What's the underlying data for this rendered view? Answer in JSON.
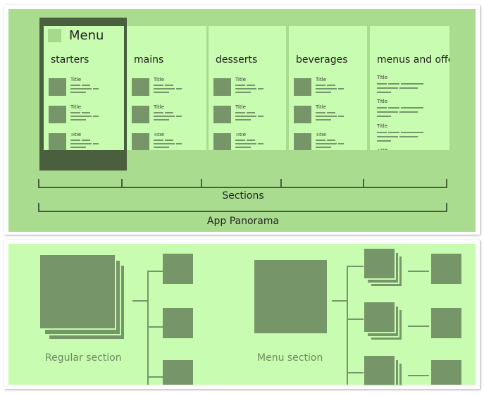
{
  "top_panel": {
    "menu_label": "Menu",
    "sections": [
      {
        "title": "starters"
      },
      {
        "title": "mains"
      },
      {
        "title": "desserts"
      },
      {
        "title": "beverages"
      },
      {
        "title": "menus and offe"
      }
    ],
    "item_title": "Title",
    "sections_caption": "Sections",
    "panorama_caption": "App Panorama"
  },
  "bottom_panel": {
    "regular_caption": "Regular section",
    "menu_caption": "Menu section"
  },
  "colors": {
    "panel_bg": "#aadc90",
    "strip_bg": "#c8fcb0",
    "dark_frame": "#4a5f3e",
    "block": "#76966a"
  }
}
